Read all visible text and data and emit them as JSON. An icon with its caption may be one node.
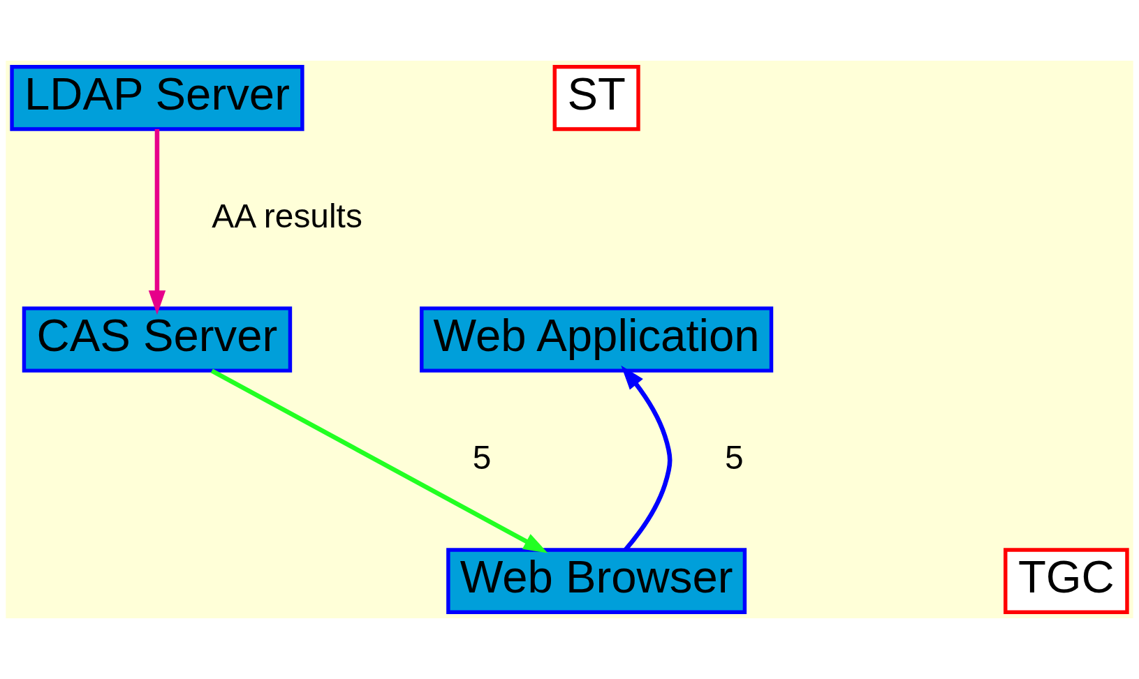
{
  "diagram": {
    "nodes": [
      {
        "text": [
          "LDAP Server"
        ]
      },
      {
        "text": [
          "ST"
        ]
      },
      {
        "text": [
          "Web Application"
        ]
      },
      {
        "text": [
          "CAS Server"
        ]
      },
      {
        "text": [
          "Web Browser"
        ]
      },
      {
        "text": [
          "TGC"
        ]
      }
    ],
    "edges": [
      {
        "from": 0,
        "to": 3,
        "arrow": "to",
        "label": "AA results",
        "color": "#e6008a"
      },
      {
        "from": 4,
        "to": 2,
        "arrow": "to",
        "label": "5",
        "color": "#0000ff"
      },
      {
        "from": 3,
        "to": 4,
        "arrow": "to",
        "label": "5",
        "color": "#22ff22"
      }
    ]
  }
}
